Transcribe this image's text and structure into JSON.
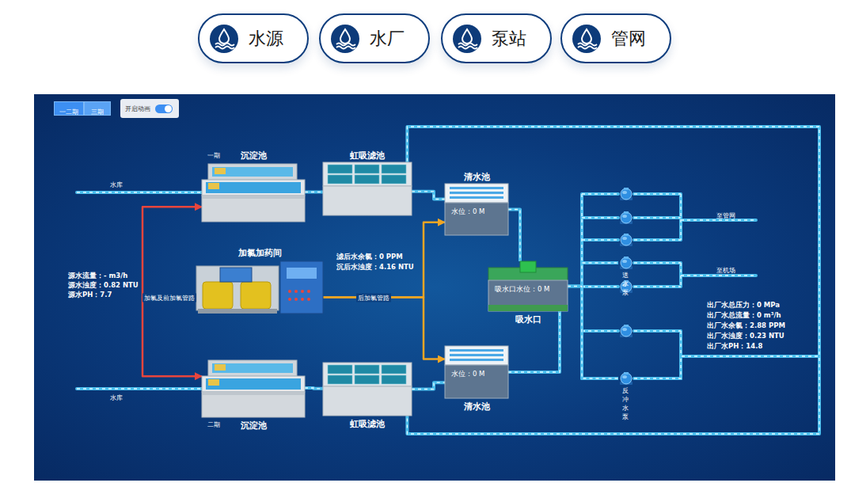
{
  "diagram": {
    "nodes": [
      {
        "text": [
          "水源"
        ]
      },
      {
        "text": [
          "水厂"
        ]
      },
      {
        "text": [
          "泵站"
        ]
      },
      {
        "text": [
          "管网"
        ]
      },
      {
        "text": [
          "一二期"
        ]
      },
      {
        "text": [
          "三期"
        ]
      },
      {
        "text": [
          "开启动画"
        ]
      },
      {
        "text": [
          "沉淀池"
        ]
      },
      {
        "text": [
          "虹吸滤池"
        ]
      },
      {
        "text": [
          "清水池",
          "水位：0 M"
        ]
      },
      {
        "text": [
          "加氯加药间"
        ]
      },
      {
        "text": [
          "吸水口水位：0 M",
          "吸水口"
        ]
      },
      {
        "text": [
          "沉淀池"
        ]
      },
      {
        "text": [
          "虹吸滤池"
        ]
      },
      {
        "text": [
          "清水池",
          "水位：0 M"
        ]
      },
      {
        "text": [
          "送水泵"
        ]
      },
      {
        "text": [
          "反冲水泵"
        ]
      }
    ],
    "edges": [
      {
        "from": 7,
        "to": 8,
        "arrow": "none"
      },
      {
        "from": 8,
        "to": 9,
        "arrow": "none"
      },
      {
        "from": 9,
        "to": 11,
        "arrow": "none"
      },
      {
        "from": 10,
        "to": 7,
        "label": "加氯及前加氯管路",
        "arrow": "to"
      },
      {
        "from": 10,
        "to": 12,
        "arrow": "to"
      },
      {
        "from": 10,
        "to": 9,
        "label": "后加氯管路",
        "arrow": "to"
      },
      {
        "from": 10,
        "to": 14,
        "arrow": "to"
      },
      {
        "from": 12,
        "to": 13,
        "arrow": "none"
      },
      {
        "from": 13,
        "to": 14,
        "arrow": "none"
      },
      {
        "from": 14,
        "to": 11,
        "arrow": "none"
      },
      {
        "from": 11,
        "to": 15,
        "arrow": "none"
      },
      {
        "from": 11,
        "to": 16,
        "arrow": "none"
      },
      {
        "from": 16,
        "to": 8,
        "arrow": "none"
      },
      {
        "from": 16,
        "to": 13,
        "arrow": "none"
      }
    ],
    "labels": [
      "一期",
      "二期",
      "水库",
      "水库",
      "源水流量：- m3/h",
      "源水浊度：0.82 NTU",
      "源水PH：7.7",
      "滤后水余氯：0 PPM",
      "沉后水浊度：4.16 NTU",
      "至管网",
      "至机场",
      "出厂水总压力：0 MPa",
      "出厂水总流量：0 m³/h",
      "出厂水余氯：2.88 PPM",
      "出厂水浊度：0.23 NTU",
      "出厂水PH：14.8"
    ]
  }
}
